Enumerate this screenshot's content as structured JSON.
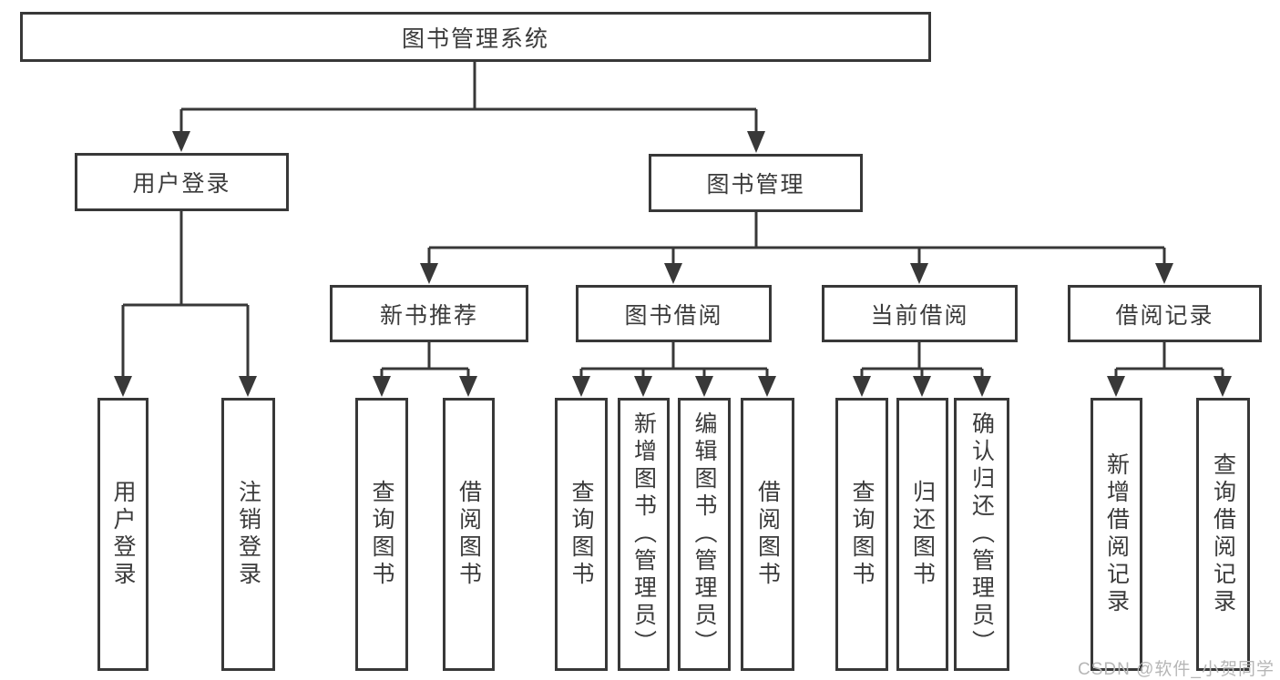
{
  "diagram": {
    "type": "hierarchy-tree",
    "colors": {
      "line": "#383838",
      "border": "#383838",
      "text": "#3b3b3b",
      "background": "#ffffff",
      "watermark_text": "#b6b6b6"
    },
    "nodes": {
      "root": {
        "label": "图书管理系统"
      },
      "user_login": {
        "label": "用户登录"
      },
      "book_management": {
        "label": "图书管理"
      },
      "new_book_recommend": {
        "label": "新书推荐"
      },
      "book_borrowing": {
        "label": "图书借阅"
      },
      "current_borrowing": {
        "label": "当前借阅"
      },
      "borrowing_records": {
        "label": "借阅记录"
      },
      "leaf_user_login": {
        "label": "用户登录"
      },
      "leaf_logout": {
        "label": "注销登录"
      },
      "leaf_nb_query_books": {
        "label": "查询图书"
      },
      "leaf_nb_borrow_books": {
        "label": "借阅图书"
      },
      "leaf_bb_query_books": {
        "label": "查询图书"
      },
      "leaf_bb_add_books": {
        "label": "新增图书（管理员）"
      },
      "leaf_bb_edit_books": {
        "label": "编辑图书（管理员）"
      },
      "leaf_bb_borrow_books": {
        "label": "借阅图书"
      },
      "leaf_cb_query_books": {
        "label": "查询图书"
      },
      "leaf_cb_return_books": {
        "label": "归还图书"
      },
      "leaf_cb_confirm_return": {
        "label": "确认归还（管理员）"
      },
      "leaf_br_add_record": {
        "label": "新增借阅记录"
      },
      "leaf_br_query_record": {
        "label": "查询借阅记录"
      }
    },
    "hierarchy": {
      "图书管理系统": {
        "用户登录": [
          "用户登录",
          "注销登录"
        ],
        "图书管理": {
          "新书推荐": [
            "查询图书",
            "借阅图书"
          ],
          "图书借阅": [
            "查询图书",
            "新增图书（管理员）",
            "编辑图书（管理员）",
            "借阅图书"
          ],
          "当前借阅": [
            "查询图书",
            "归还图书",
            "确认归还（管理员）"
          ],
          "借阅记录": [
            "新增借阅记录",
            "查询借阅记录"
          ]
        }
      }
    },
    "watermark": "CSDN @软件_小贺同学"
  }
}
